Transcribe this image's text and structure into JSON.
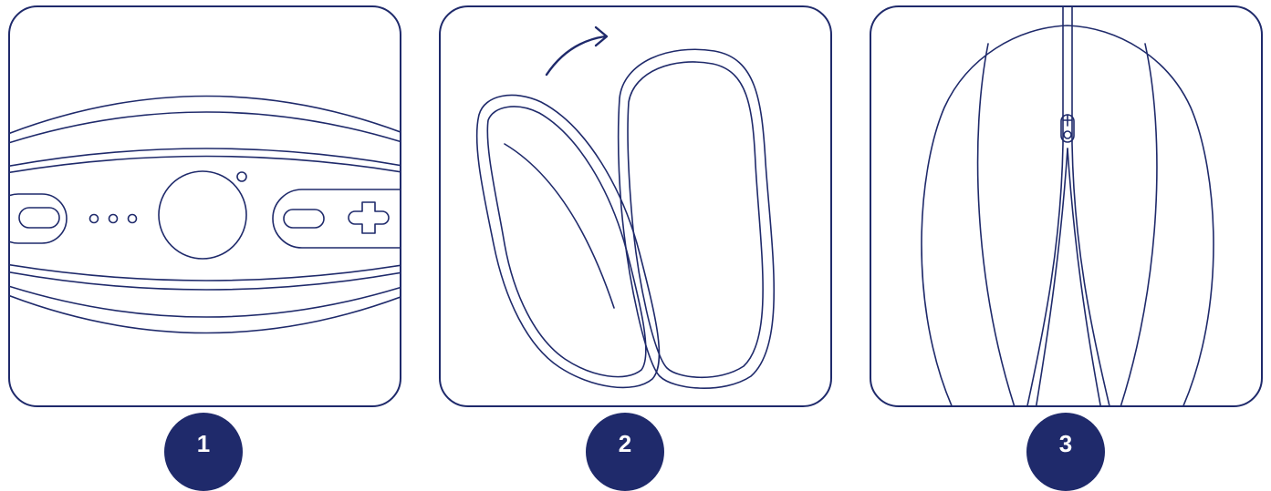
{
  "colors": {
    "line": "#1f2a6b",
    "badge_fill": "#1f2a6b",
    "badge_text": "#ffffff",
    "background": "#ffffff"
  },
  "steps": [
    {
      "number": "1",
      "illustration": "device-control-panel"
    },
    {
      "number": "2",
      "illustration": "open-case-arrow"
    },
    {
      "number": "3",
      "illustration": "zipped-case"
    }
  ]
}
